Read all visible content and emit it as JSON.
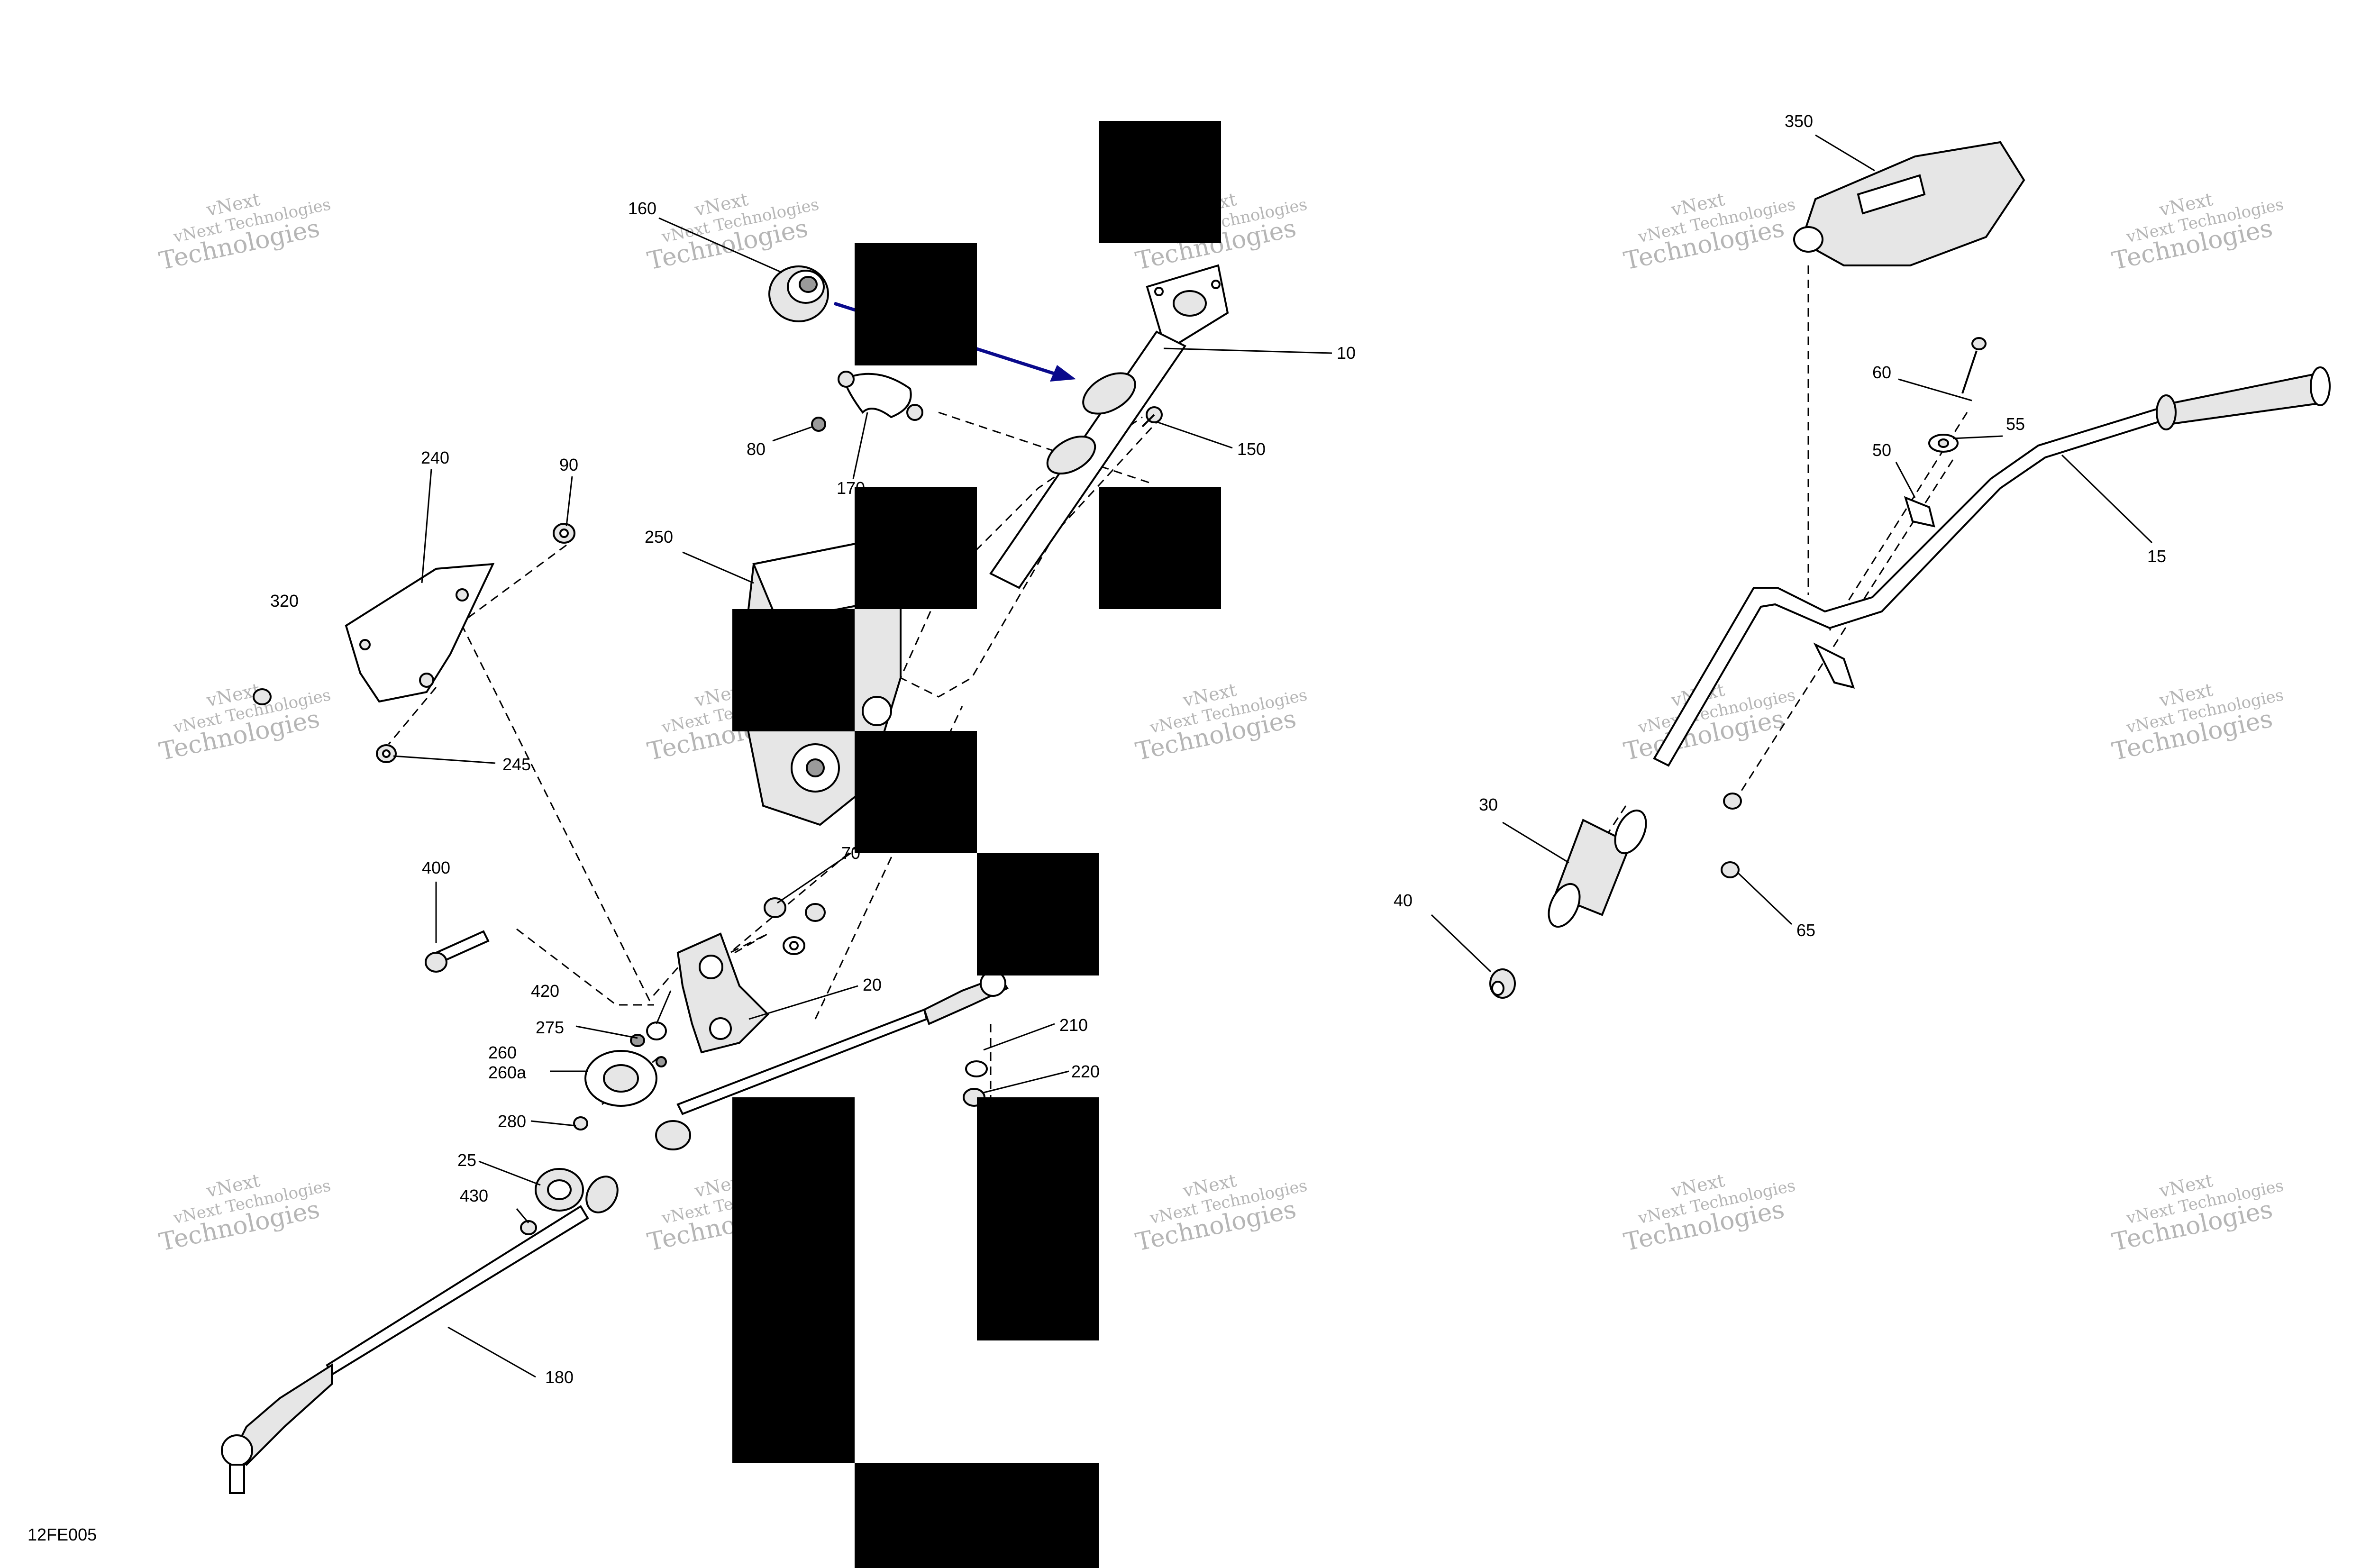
{
  "diagram_code": "12FE005",
  "watermark": {
    "line1": "vNext",
    "line2": "vNext Technologies",
    "line3": "Technologies"
  },
  "callouts": {
    "c350": "350",
    "c160": "160",
    "c10": "10",
    "c80": "80",
    "c170": "170",
    "c150": "150",
    "c240": "240",
    "c90": "90",
    "c320": "320",
    "c250": "250",
    "c245": "245",
    "c60": "60",
    "c55": "55",
    "c50": "50",
    "c15": "15",
    "c400": "400",
    "c70": "70",
    "c420": "420",
    "c20": "20",
    "c275": "275",
    "c260": "260",
    "c260a": "260a",
    "c210": "210",
    "c220": "220",
    "c280": "280",
    "c25": "25",
    "c430": "430",
    "c180": "180",
    "c30": "30",
    "c40": "40",
    "c65": "65"
  },
  "colors": {
    "arrow": "#0a0a8c",
    "redaction": "#000000",
    "watermark": "#b5b5b5"
  }
}
